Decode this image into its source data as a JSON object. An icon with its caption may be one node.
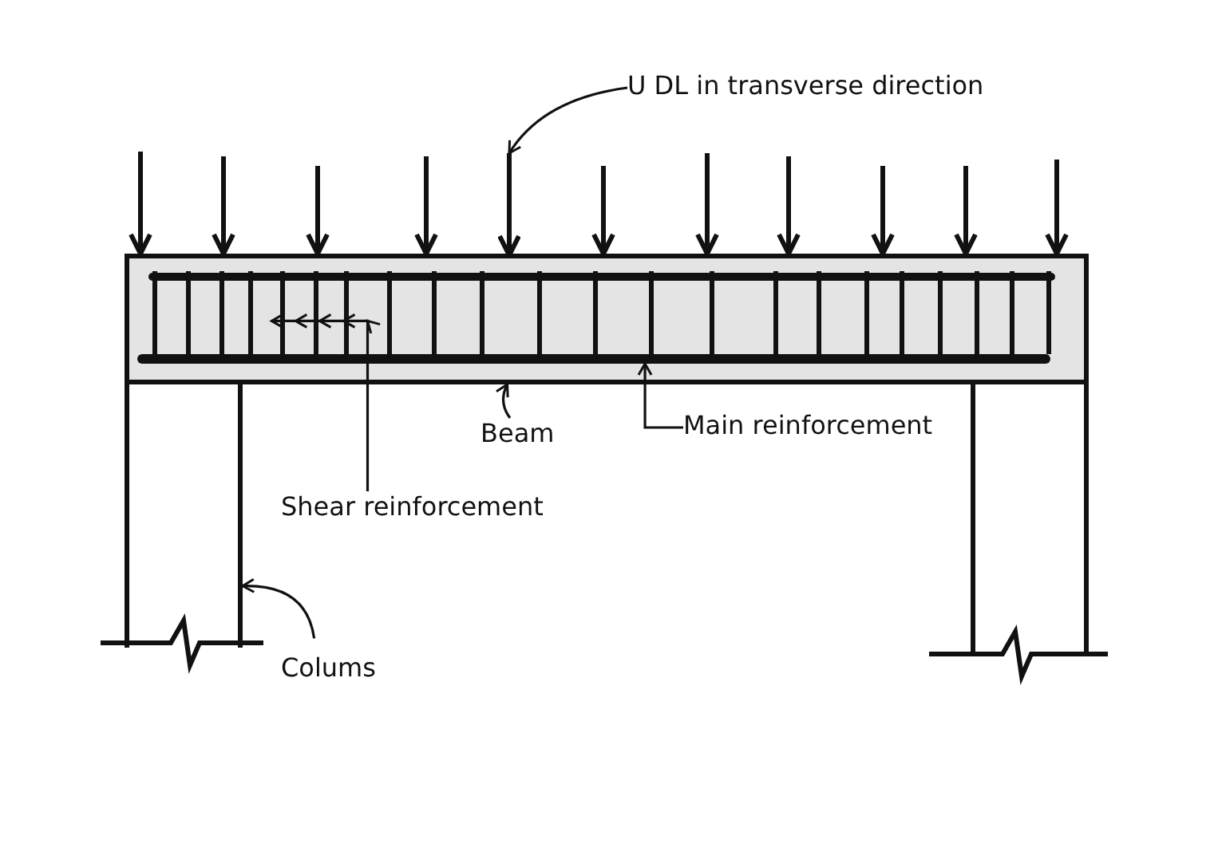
{
  "diagram": {
    "nodes": [
      {
        "text": [
          "U DL in transverse direction"
        ]
      },
      {
        "text": [],
        "shape": "arrow"
      },
      {
        "text": [],
        "shape": "box"
      },
      {
        "text": [
          "Beam"
        ]
      },
      {
        "text": [],
        "shape": "bar",
        "in": 2
      },
      {
        "text": [
          "Main reinforcement"
        ]
      },
      {
        "text": [],
        "shape": "picture",
        "in": 2
      },
      {
        "text": [
          "Shear reinforcement"
        ]
      },
      {
        "text": [],
        "shape": "box"
      },
      {
        "text": [
          "Colums"
        ]
      },
      {
        "text": [],
        "shape": "box"
      }
    ],
    "edges": [
      {
        "from": 0,
        "to": 1,
        "arrow": "to"
      },
      {
        "from": 3,
        "to": 2,
        "arrow": "to"
      },
      {
        "from": 5,
        "to": 4,
        "arrow": "to"
      },
      {
        "from": 7,
        "to": 6,
        "arrow": "to"
      },
      {
        "from": 9,
        "to": 8,
        "arrow": "to"
      }
    ]
  }
}
